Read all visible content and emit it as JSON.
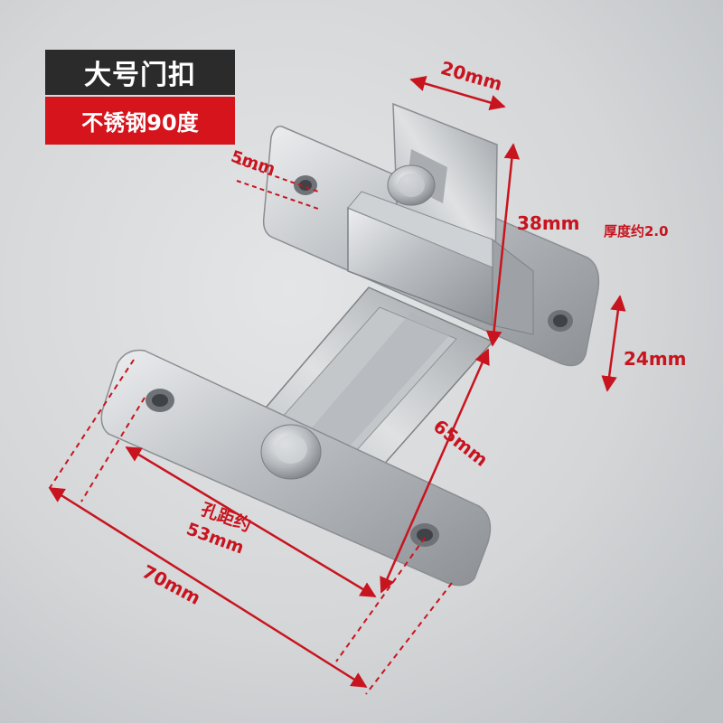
{
  "badge": {
    "title": "大号门扣",
    "subtitle": "不锈钢90度"
  },
  "dimensions": {
    "top_width": "20mm",
    "hole": "5mm",
    "height": "38mm",
    "thickness": "厚度约2.0",
    "plate_height": "24mm",
    "arm_length": "65mm",
    "hole_spacing_label": "孔距约",
    "hole_spacing": "53mm",
    "total_length": "70mm"
  },
  "colors": {
    "dimension": "#c8141e",
    "badge_dark": "#2b2b2b",
    "badge_red": "#d5141c"
  }
}
